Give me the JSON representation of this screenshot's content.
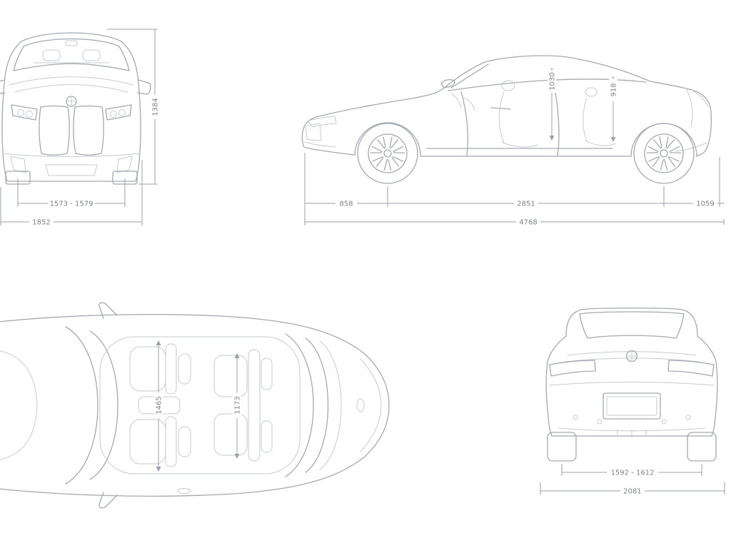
{
  "diagram": {
    "colors": {
      "background": "#ffffff",
      "line": "#a3a9b0",
      "detail": "#c6cbd1",
      "dimension": "#9aa1a8",
      "text": "#7d838a"
    },
    "front_view": {
      "height": "1384",
      "front_track": "1573 - 1579",
      "width": "1852"
    },
    "side_view": {
      "front_headroom": "1030",
      "rear_headroom": "918",
      "front_overhang": "858",
      "wheelbase": "2851",
      "rear_overhang": "1059",
      "length": "4768"
    },
    "top_view": {
      "front_interior_width": "1465",
      "rear_interior_width": "1173"
    },
    "rear_view": {
      "rear_track": "1592 - 1612",
      "width": "2081"
    }
  }
}
